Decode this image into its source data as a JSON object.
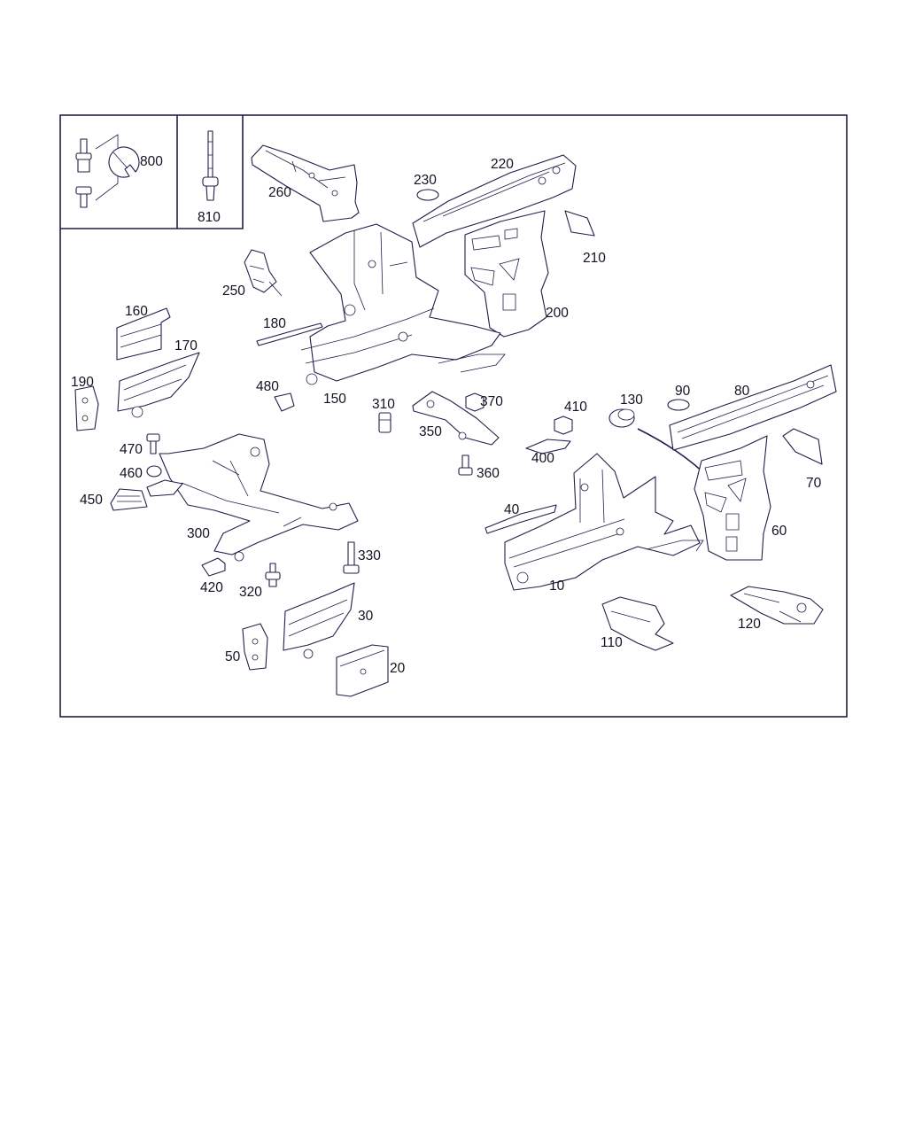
{
  "colors": {
    "line": "#1f1f4a",
    "background": "#ffffff",
    "text": "#111122"
  },
  "labels": {
    "p800": "800",
    "p810": "810",
    "p260": "260",
    "p230": "230",
    "p220": "220",
    "p210": "210",
    "p250": "250",
    "p200": "200",
    "p160": "160",
    "p180": "180",
    "p170": "170",
    "p190": "190",
    "p480": "480",
    "p150": "150",
    "p310": "310",
    "p370": "370",
    "p130": "130",
    "p90": "90",
    "p80": "80",
    "p410": "410",
    "p350": "350",
    "p470": "470",
    "p400": "400",
    "p460": "460",
    "p360": "360",
    "p70": "70",
    "p450": "450",
    "p40": "40",
    "p300": "300",
    "p60": "60",
    "p330": "330",
    "p10": "10",
    "p420": "420",
    "p320": "320",
    "p30": "30",
    "p120": "120",
    "p110": "110",
    "p50": "50",
    "p20": "20"
  },
  "icons": {
    "wrench": "wrench-icon",
    "bolt": "bolt-icon",
    "long_bolt": "long-bolt-icon"
  }
}
